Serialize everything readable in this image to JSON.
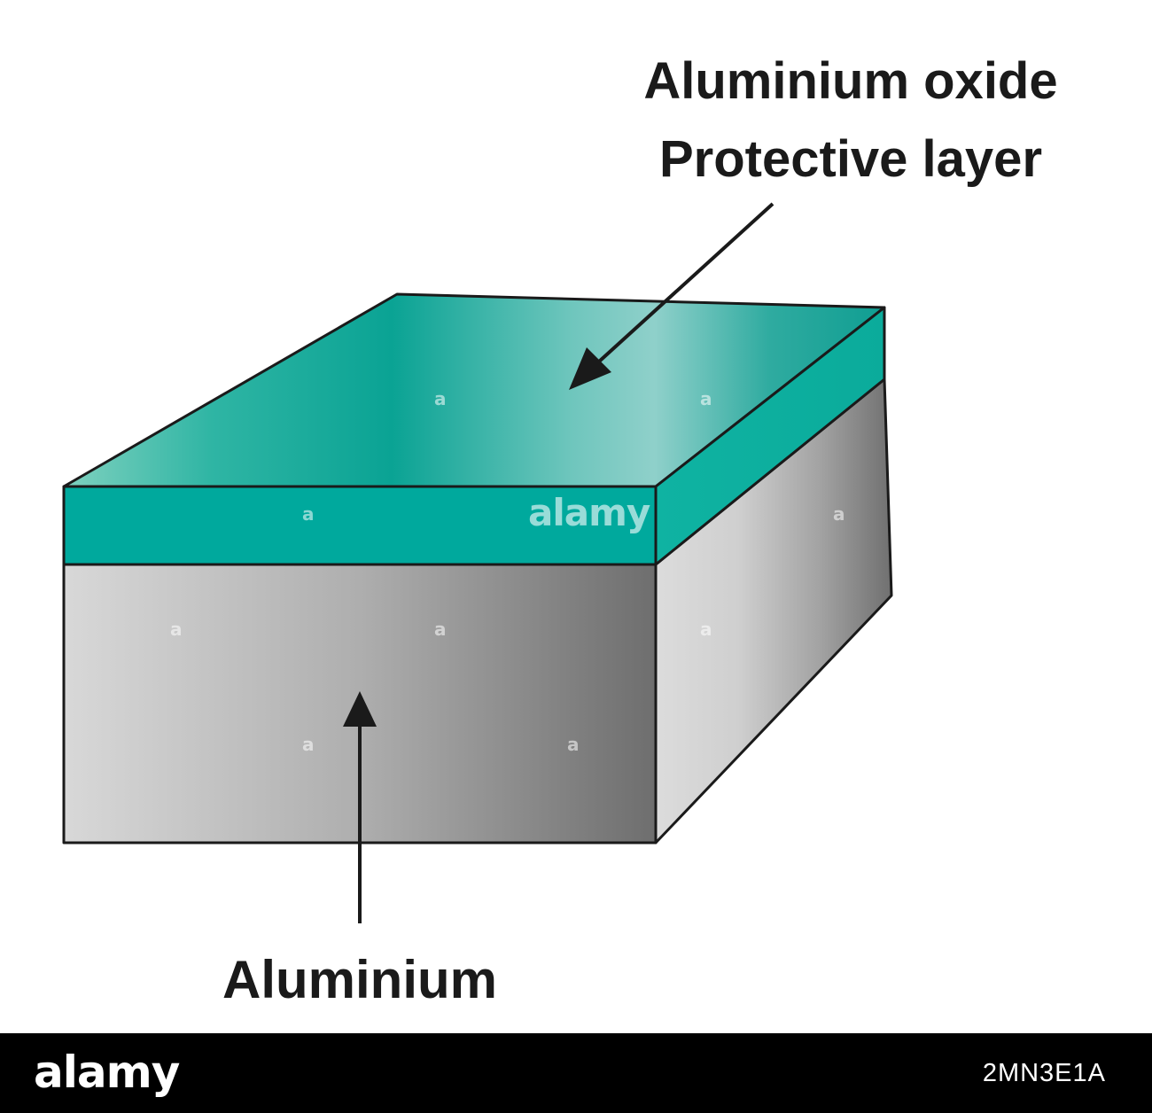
{
  "labels": {
    "oxide_line1": "Aluminium oxide",
    "oxide_line2": "Protective layer",
    "aluminium": "Aluminium"
  },
  "watermark": {
    "center": "alamy",
    "small": "a"
  },
  "footer": {
    "logo": "alamy",
    "image_code": "2MN3E1A"
  },
  "colors": {
    "oxide_front": "#00a99d",
    "oxide_top_dark": "#0a9e91",
    "oxide_top_light": "#8ccfc8",
    "aluminium_light": "#d6d6d6",
    "aluminium_dark": "#6f6f6f",
    "outline": "#1a1a1a",
    "footer_bg": "#000000"
  }
}
